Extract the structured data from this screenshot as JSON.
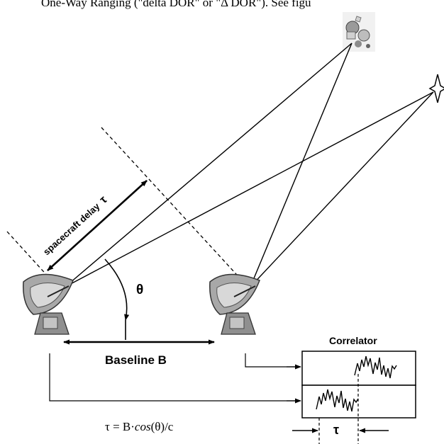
{
  "header": {
    "top_text": "One-Way Ranging (\"delta DOR\" or \"Δ DOR\"). See figu"
  },
  "diagram": {
    "spacecraft_delay_label": "spacecraft delay",
    "tau_symbol": "τ",
    "theta_symbol": "θ",
    "baseline_label": "Baseline B",
    "correlator_label": "Correlator",
    "formula_prefix": "τ = B·",
    "formula_cos": "cos",
    "formula_arg": "(θ)",
    "formula_suffix": "/c"
  }
}
